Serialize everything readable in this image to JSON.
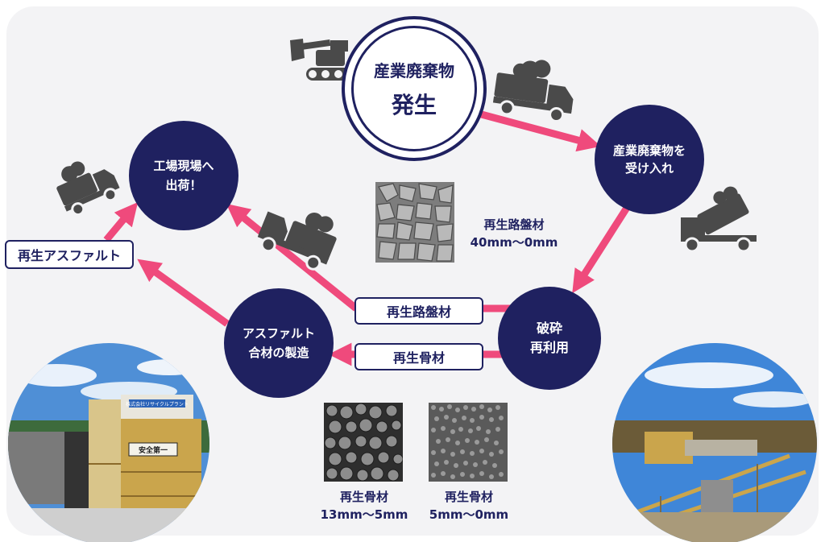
{
  "nodes": {
    "origin": {
      "line1": "産業廃棄物",
      "line2": "発生"
    },
    "receive": {
      "line1": "産業廃棄物を",
      "line2": "受け入れ"
    },
    "crush": {
      "line1": "破砕",
      "line2": "再利用"
    },
    "asphalt": {
      "line1": "アスファルト",
      "line2": "合材の製造"
    },
    "ship": {
      "line1": "工場現場へ",
      "line2": "出荷！"
    }
  },
  "labels": {
    "roadbed": "再生路盤材",
    "aggregate": "再生骨材",
    "recycled_asphalt": "再生アスファルト"
  },
  "captions": {
    "roadbed_line1": "再生路盤材",
    "roadbed_line2": "40mm〜0mm",
    "agg_a_line1": "再生骨材",
    "agg_a_line2": "13mm〜5mm",
    "agg_b_line1": "再生骨材",
    "agg_b_line2": "5mm〜0mm"
  },
  "photo_signs": {
    "plant_sign": "安全第一",
    "plant_banner": "株式会社リサイクルプラント"
  },
  "colors": {
    "navy": "#1f2160",
    "arrow": "#ef4a7c",
    "icon": "#4a4a4a"
  }
}
